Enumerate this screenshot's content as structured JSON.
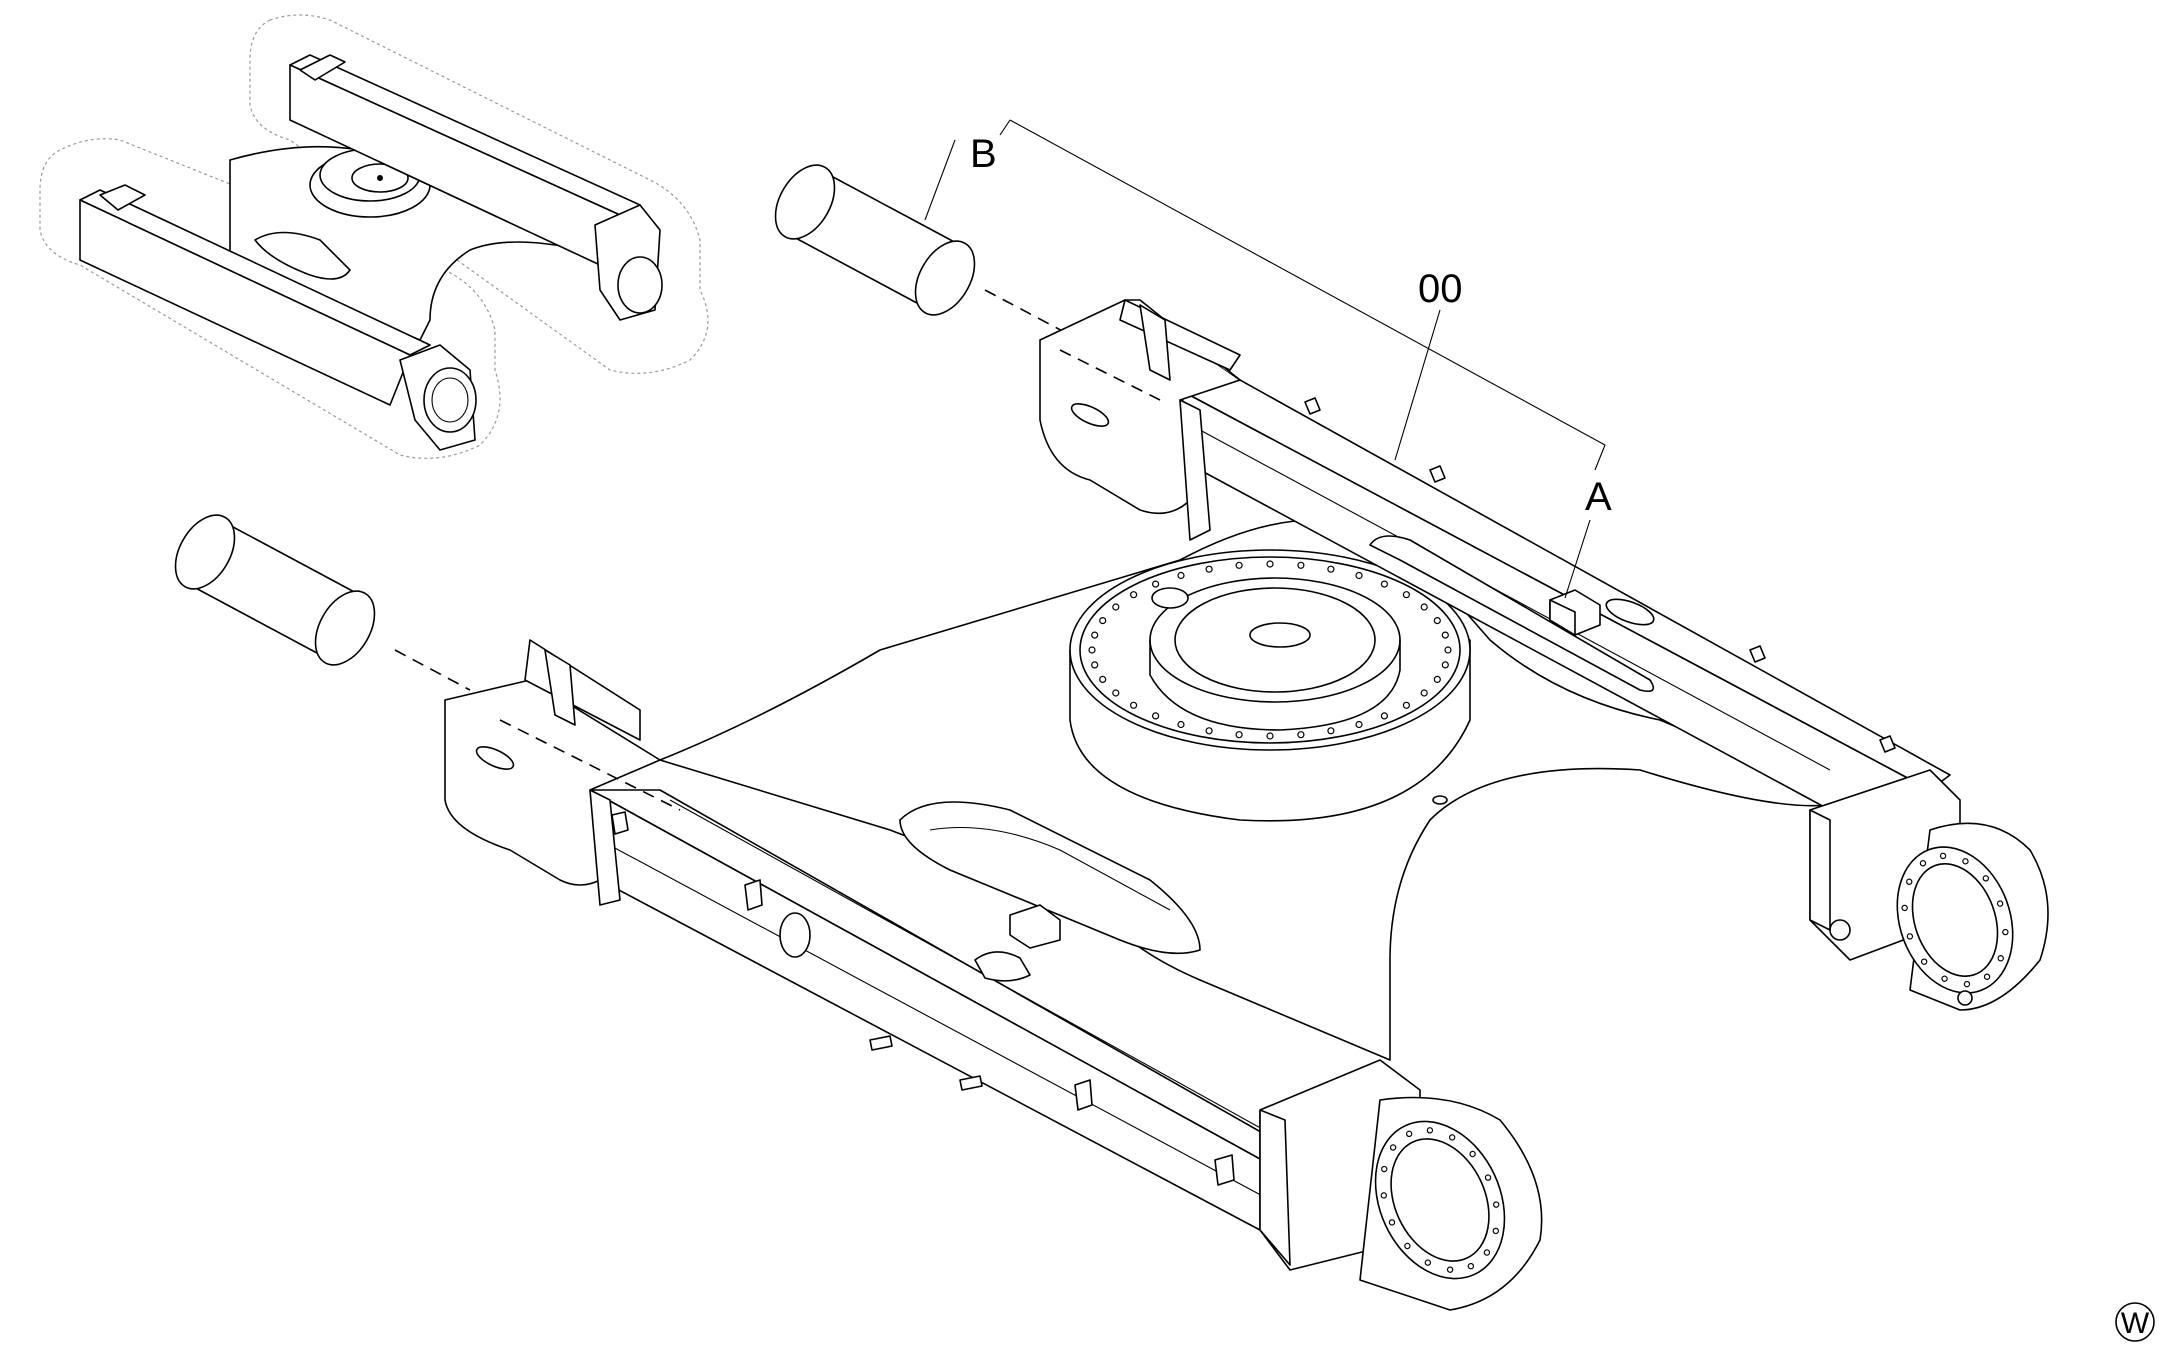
{
  "labels": {
    "assembly": "00",
    "part_a": "A",
    "part_b": "B",
    "corner_mark": "W"
  }
}
